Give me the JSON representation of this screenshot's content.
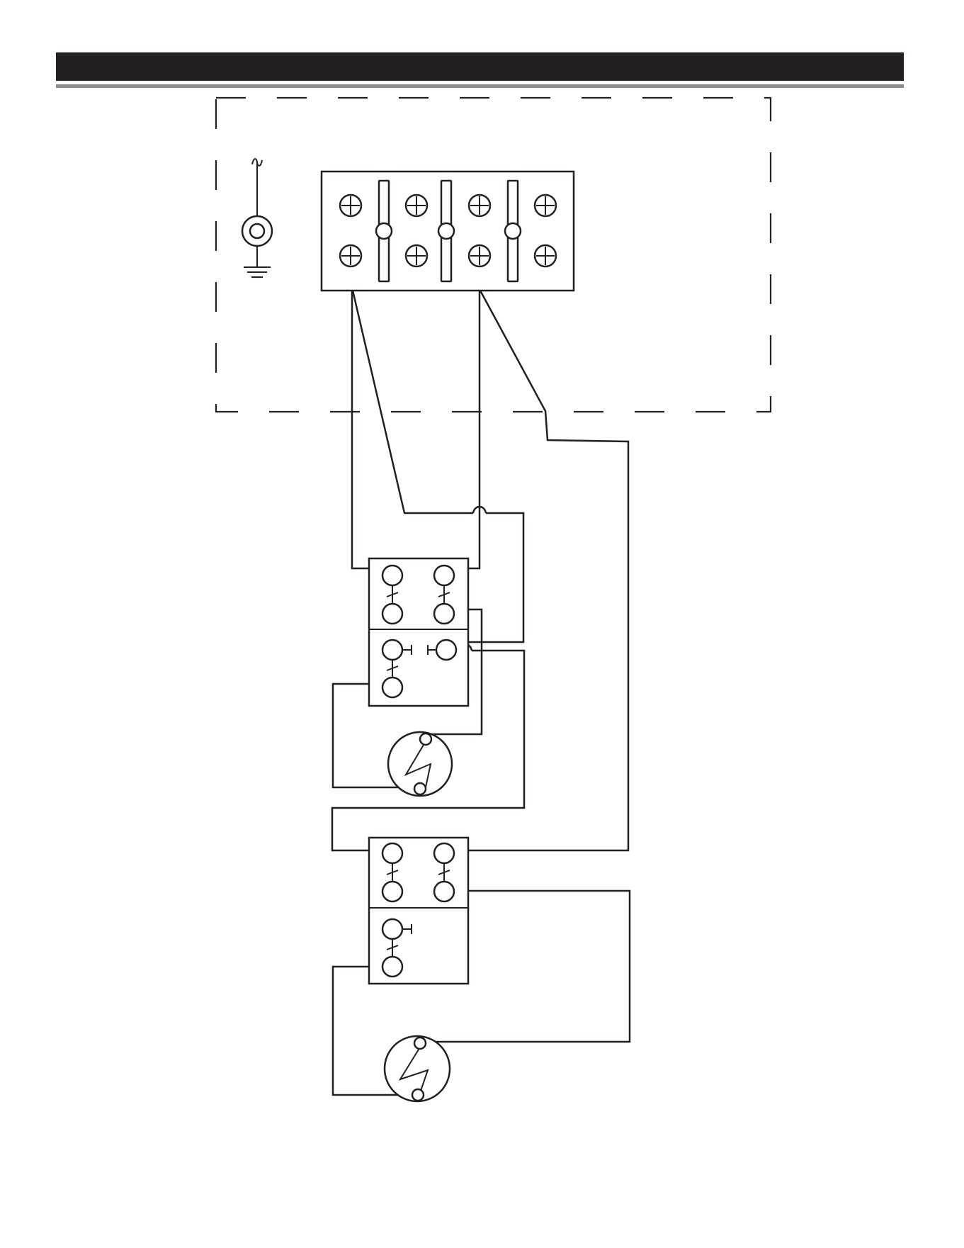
{
  "page": {
    "header_bar": {
      "color": "#231f20"
    },
    "header_rule": {
      "color": "#8c8c8c"
    }
  },
  "diagram": {
    "components": [
      {
        "name": "power-supply-symbol",
        "icon": "ac-source-ground-icon"
      },
      {
        "name": "terminal-block",
        "screws": 8,
        "links": 3
      },
      {
        "name": "switch-1",
        "contacts": [
          "upper",
          "lower"
        ]
      },
      {
        "name": "heating-element-1",
        "icon": "resistor-zigzag-icon"
      },
      {
        "name": "switch-2",
        "contacts": [
          "upper",
          "lower"
        ]
      },
      {
        "name": "heating-element-2",
        "icon": "resistor-zigzag-icon"
      }
    ],
    "line_color": "#231f20"
  },
  "footer": {
    "code": ""
  }
}
